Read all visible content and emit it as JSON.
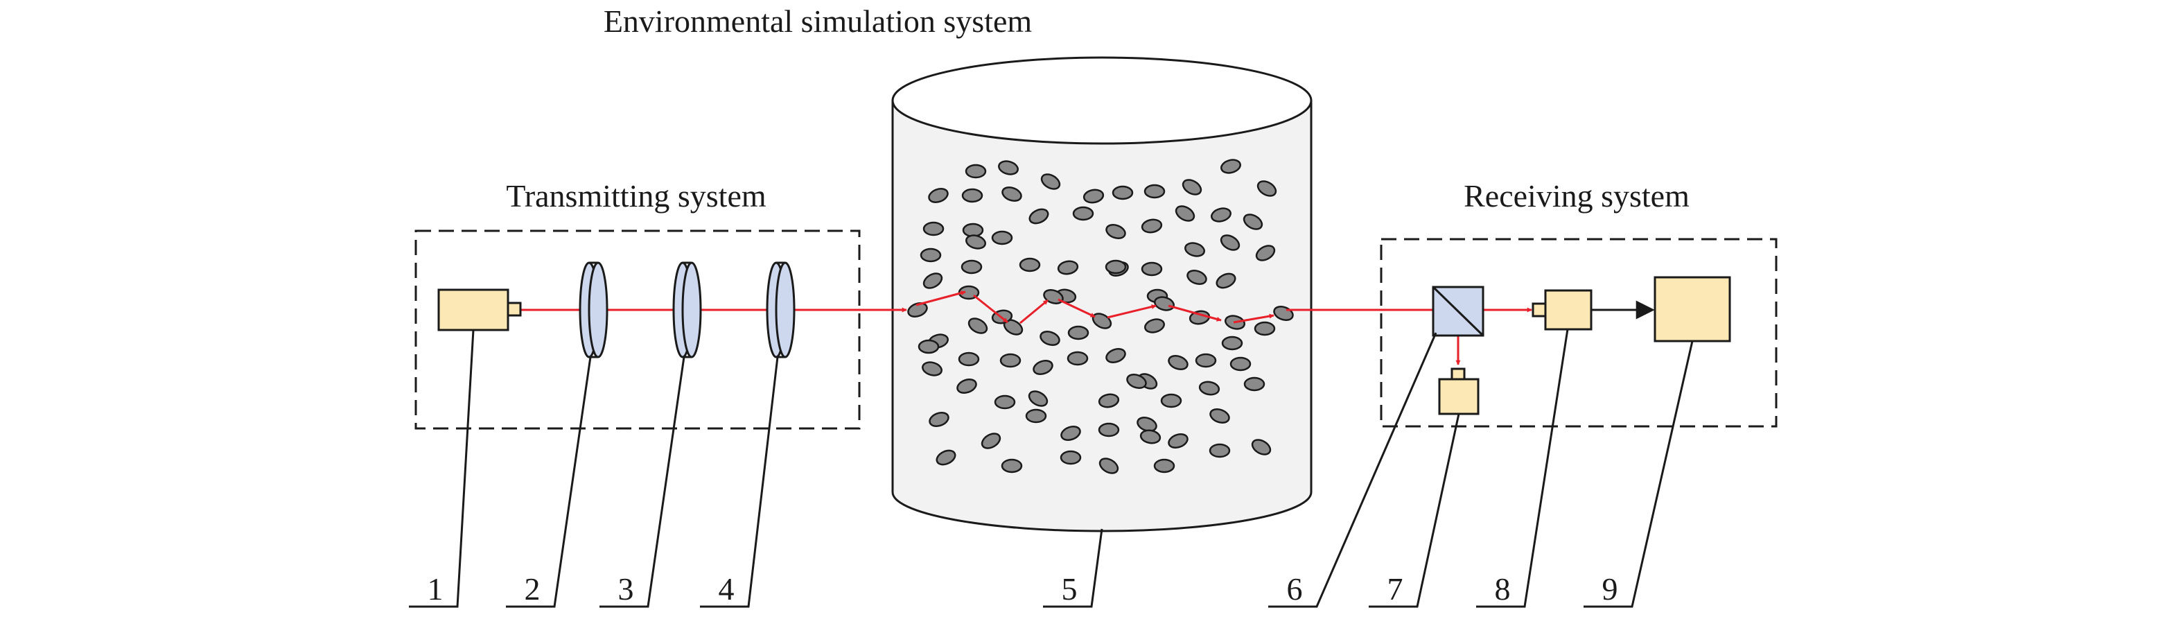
{
  "titles": {
    "environment": "Environmental simulation system",
    "transmitting": "Transmitting system",
    "receiving": "Receiving system"
  },
  "callouts": [
    "1",
    "2",
    "3",
    "4",
    "5",
    "6",
    "7",
    "8",
    "9"
  ],
  "colors": {
    "beam": "#e8202a",
    "component_fill": "#fbe8b4",
    "lens_fill": "#cdd8ee",
    "particle_fill": "#8a8a8a",
    "tank_fill": "#f2f2f2",
    "outline": "#1a1a1a"
  }
}
